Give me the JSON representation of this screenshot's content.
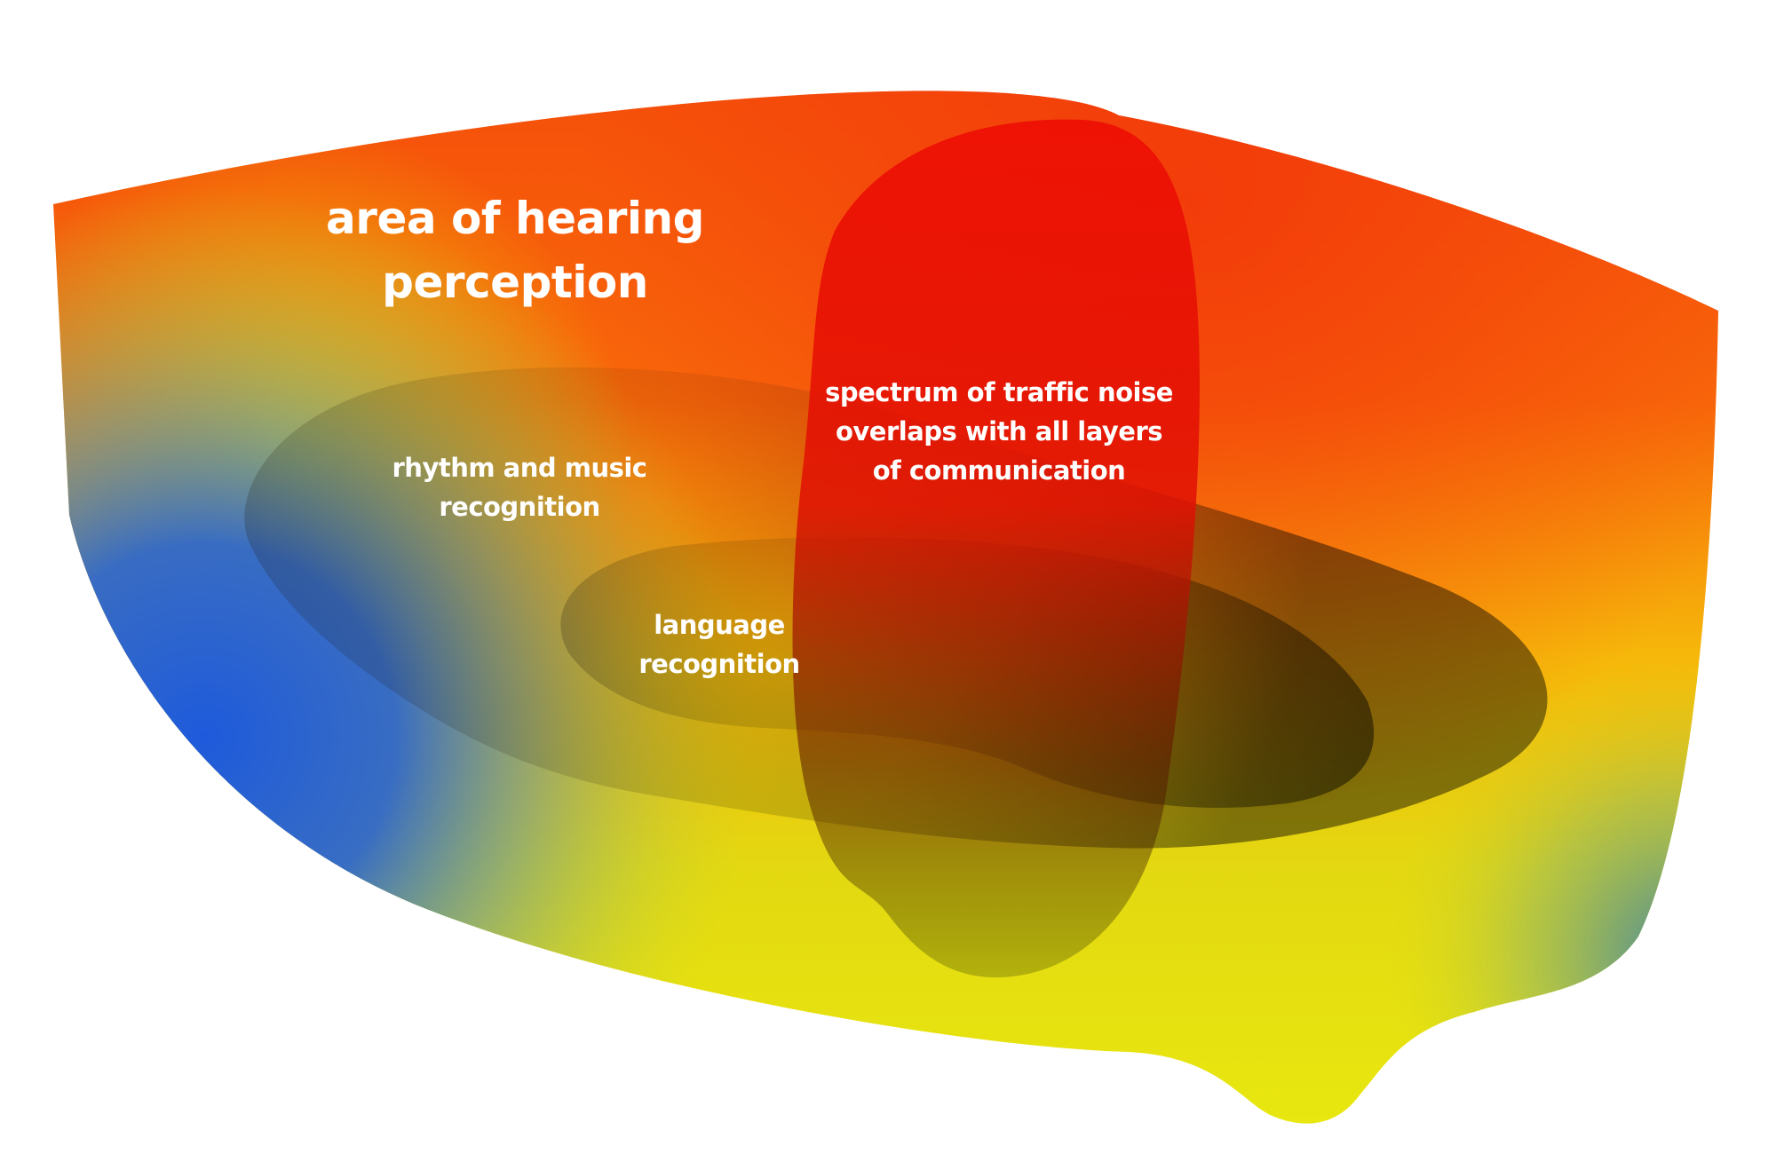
{
  "regions": {
    "hearing": {
      "lines": [
        "area of hearing",
        "perception"
      ]
    },
    "rhythm": {
      "lines": [
        "rhythm and music",
        "recognition"
      ]
    },
    "traffic": {
      "lines": [
        "spectrum of traffic noise",
        "overlaps with all layers",
        "of communication"
      ]
    },
    "language": {
      "lines": [
        "language",
        "recognition"
      ]
    }
  },
  "colors": {
    "orange_red": "#f5500a",
    "orange": "#f7a20a",
    "yellow": "#e6e60f",
    "blue": "#1e5adc",
    "traffic_red": "#ee1005",
    "overlay_dark": "#000000",
    "text": "#ffffff"
  }
}
